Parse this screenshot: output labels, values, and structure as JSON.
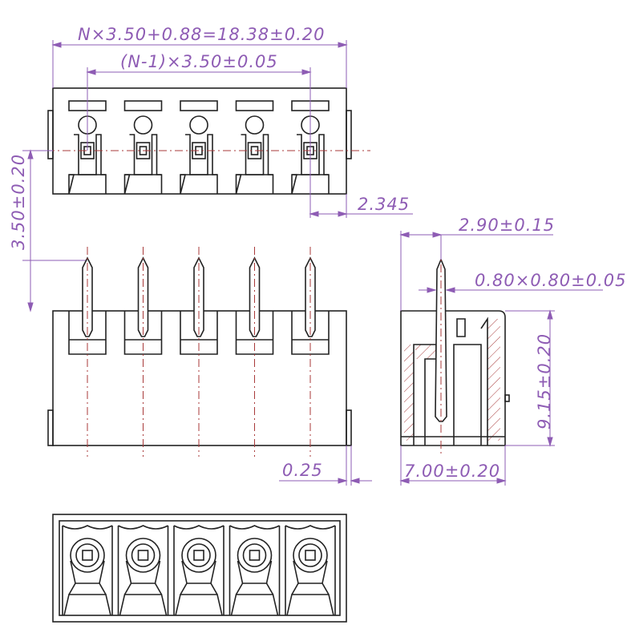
{
  "colors": {
    "outline": "#222222",
    "dimension": "#8e5cb4",
    "centerline": "#a83a3a",
    "hatch": "#a83a3a",
    "background": "#ffffff"
  },
  "dimensions": {
    "overall_width": "N×3.50+0.88=18.38±0.20",
    "pitch_span": "(N-1)×3.50±0.05",
    "pin_height": "3.50±0.20",
    "edge_offset": "2.345",
    "pin_offset": "2.90±0.15",
    "pin_section": "0.80×0.80±0.05",
    "body_height": "9.15±0.20",
    "flange": "0.25",
    "body_depth": "7.00±0.20"
  },
  "views": {
    "top_view": {
      "pin_count": 5
    },
    "front_view": {
      "pin_count": 5
    },
    "side_view": {
      "pin_count": 1
    },
    "bottom_view": {
      "pin_count": 5
    }
  }
}
